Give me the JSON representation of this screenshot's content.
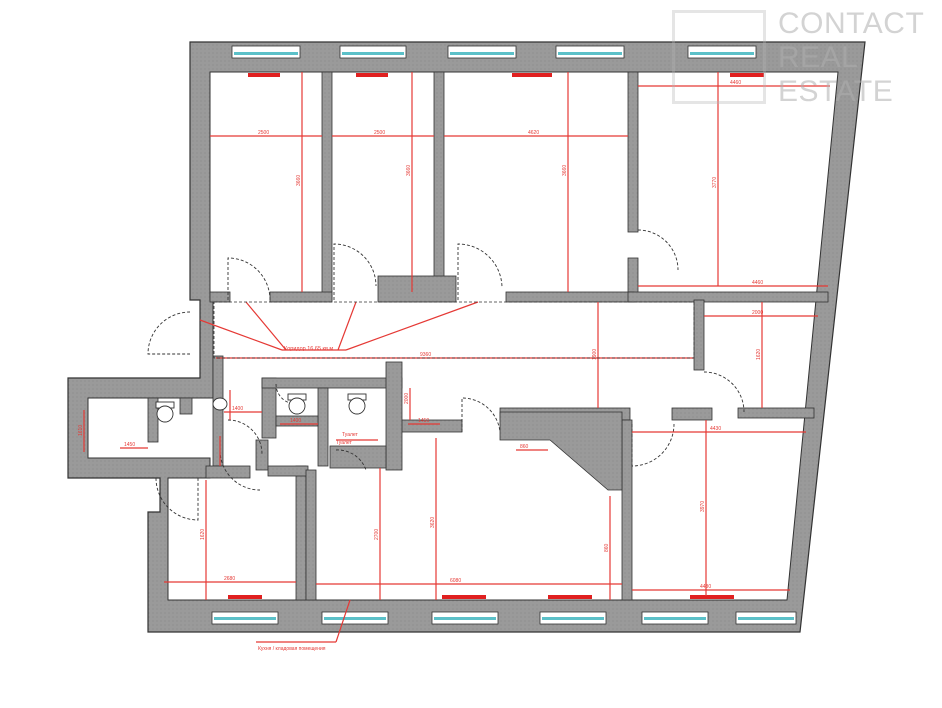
{
  "watermark": {
    "line1": "CONTACT",
    "line2": "REAL",
    "line3": "ESTATE"
  },
  "colors": {
    "wall": "#999999",
    "wall_outline": "#333333",
    "window_glass": "#5bc0c8",
    "radiator": "#e02020",
    "dimension": "#e53935",
    "floor": "#ffffff"
  },
  "dimension_labels": {
    "room1_width": "2500",
    "room1_height": "3660",
    "room2_width": "2500",
    "room2_height": "3660",
    "room3_width": "4620",
    "room3_height": "3660",
    "room4_width": "4460",
    "room4_height": "3770",
    "room4_bottom": "4460",
    "corridor_length": "9360",
    "corridor_height": "1900",
    "corridor_area": "Коридор 16,65 кв.м",
    "small_room_width": "2000",
    "small_room_height": "1620",
    "entry_width": "1450",
    "entry_small": "1610",
    "wc_a": "1400",
    "wc_b": "1400",
    "wc_label_a": "Туалет",
    "wc_label_b": "Туалет",
    "room5_width": "2680",
    "room5_height": "2700",
    "room6_width": "6080",
    "room6_height": "3620",
    "room7_width": "4430",
    "room7_height": "3970",
    "room7_bottom": "4430",
    "wedge_width": "860",
    "bottom_callout": "Кухня / кладовая помещения"
  }
}
